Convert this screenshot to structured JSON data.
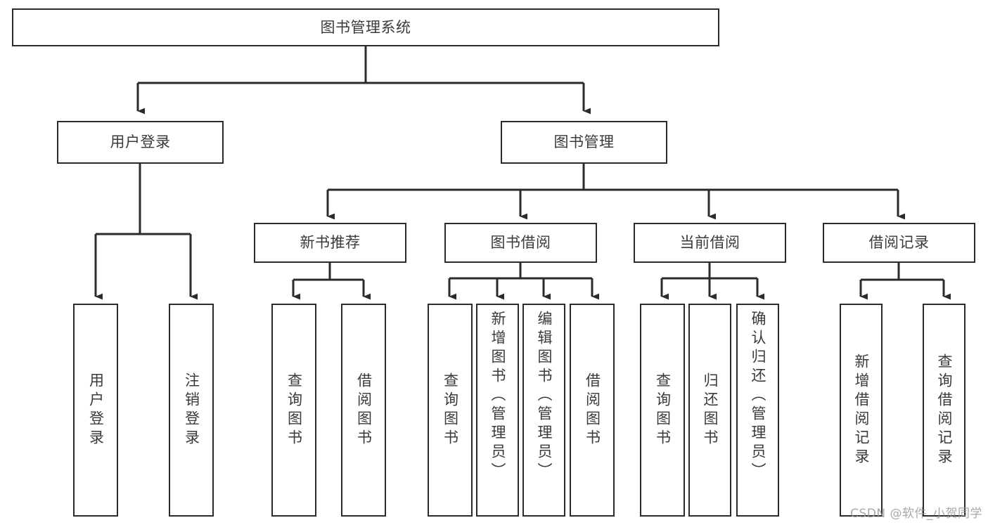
{
  "diagram": {
    "title": "图书管理系统",
    "type": "tree-hierarchy",
    "stroke_color": "#2b2b2b",
    "text_color": "#3a3a3a",
    "background_color": "#ffffff",
    "watermark": "CSDN @软件_小贺同学",
    "levels": {
      "root": {
        "label": "图书管理系统"
      },
      "level2": [
        {
          "label": "用户登录"
        },
        {
          "label": "图书管理"
        }
      ],
      "level3": [
        {
          "label": "新书推荐"
        },
        {
          "label": "图书借阅"
        },
        {
          "label": "当前借阅"
        },
        {
          "label": "借阅记录"
        }
      ],
      "leaves": [
        {
          "label": "用户登录",
          "parent": "用户登录"
        },
        {
          "label": "注销登录",
          "parent": "用户登录"
        },
        {
          "label": "查询图书",
          "parent": "新书推荐"
        },
        {
          "label": "借阅图书",
          "parent": "新书推荐"
        },
        {
          "label": "查询图书",
          "parent": "图书借阅"
        },
        {
          "label": "新增图书（管理员）",
          "parent": "图书借阅"
        },
        {
          "label": "编辑图书（管理员）",
          "parent": "图书借阅"
        },
        {
          "label": "借阅图书",
          "parent": "图书借阅"
        },
        {
          "label": "查询图书",
          "parent": "当前借阅"
        },
        {
          "label": "归还图书",
          "parent": "当前借阅"
        },
        {
          "label": "确认归还（管理员）",
          "parent": "当前借阅"
        },
        {
          "label": "新增借阅记录",
          "parent": "借阅记录"
        },
        {
          "label": "查询借阅记录",
          "parent": "借阅记录"
        }
      ]
    }
  }
}
